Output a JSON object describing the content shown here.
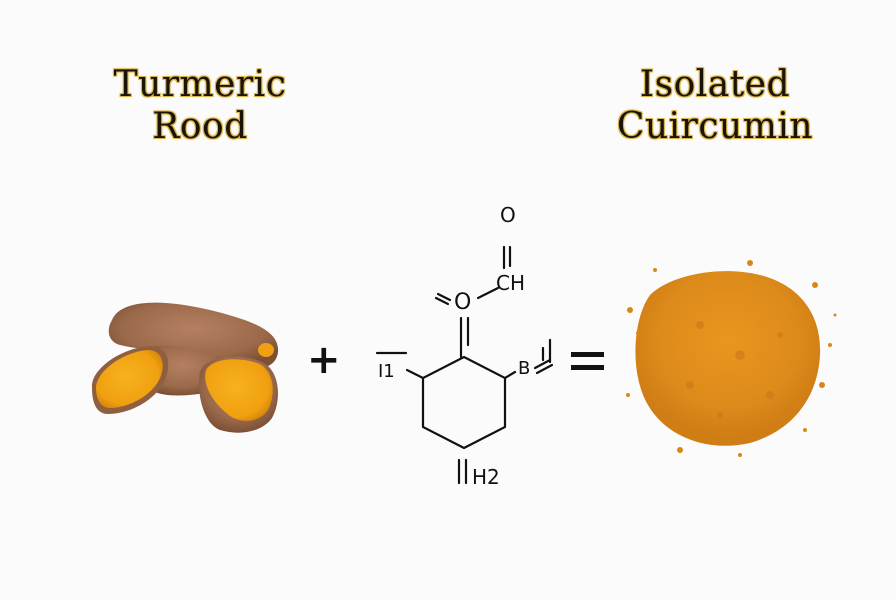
{
  "left": {
    "title_line1": "Turmeric",
    "title_line2": "Rood",
    "image": "turmeric-root-image"
  },
  "right": {
    "title_line1": "Isolated",
    "title_line2": "Cuircumin",
    "image": "curcumin-powder-image"
  },
  "operators": {
    "plus": "+",
    "equals": "="
  },
  "molecule": {
    "top_o": "O",
    "ch": "CH",
    "mid_o": "O",
    "left_label": "I1",
    "right_label": "B",
    "bottom_label": "H2"
  },
  "colors": {
    "background": "#fbfbfb",
    "title_text": "#1a1408",
    "title_outline": "#d9b44a",
    "turmeric_skin": "#9b6a4a",
    "turmeric_flesh": "#f2a516",
    "powder": "#e08a1e"
  }
}
